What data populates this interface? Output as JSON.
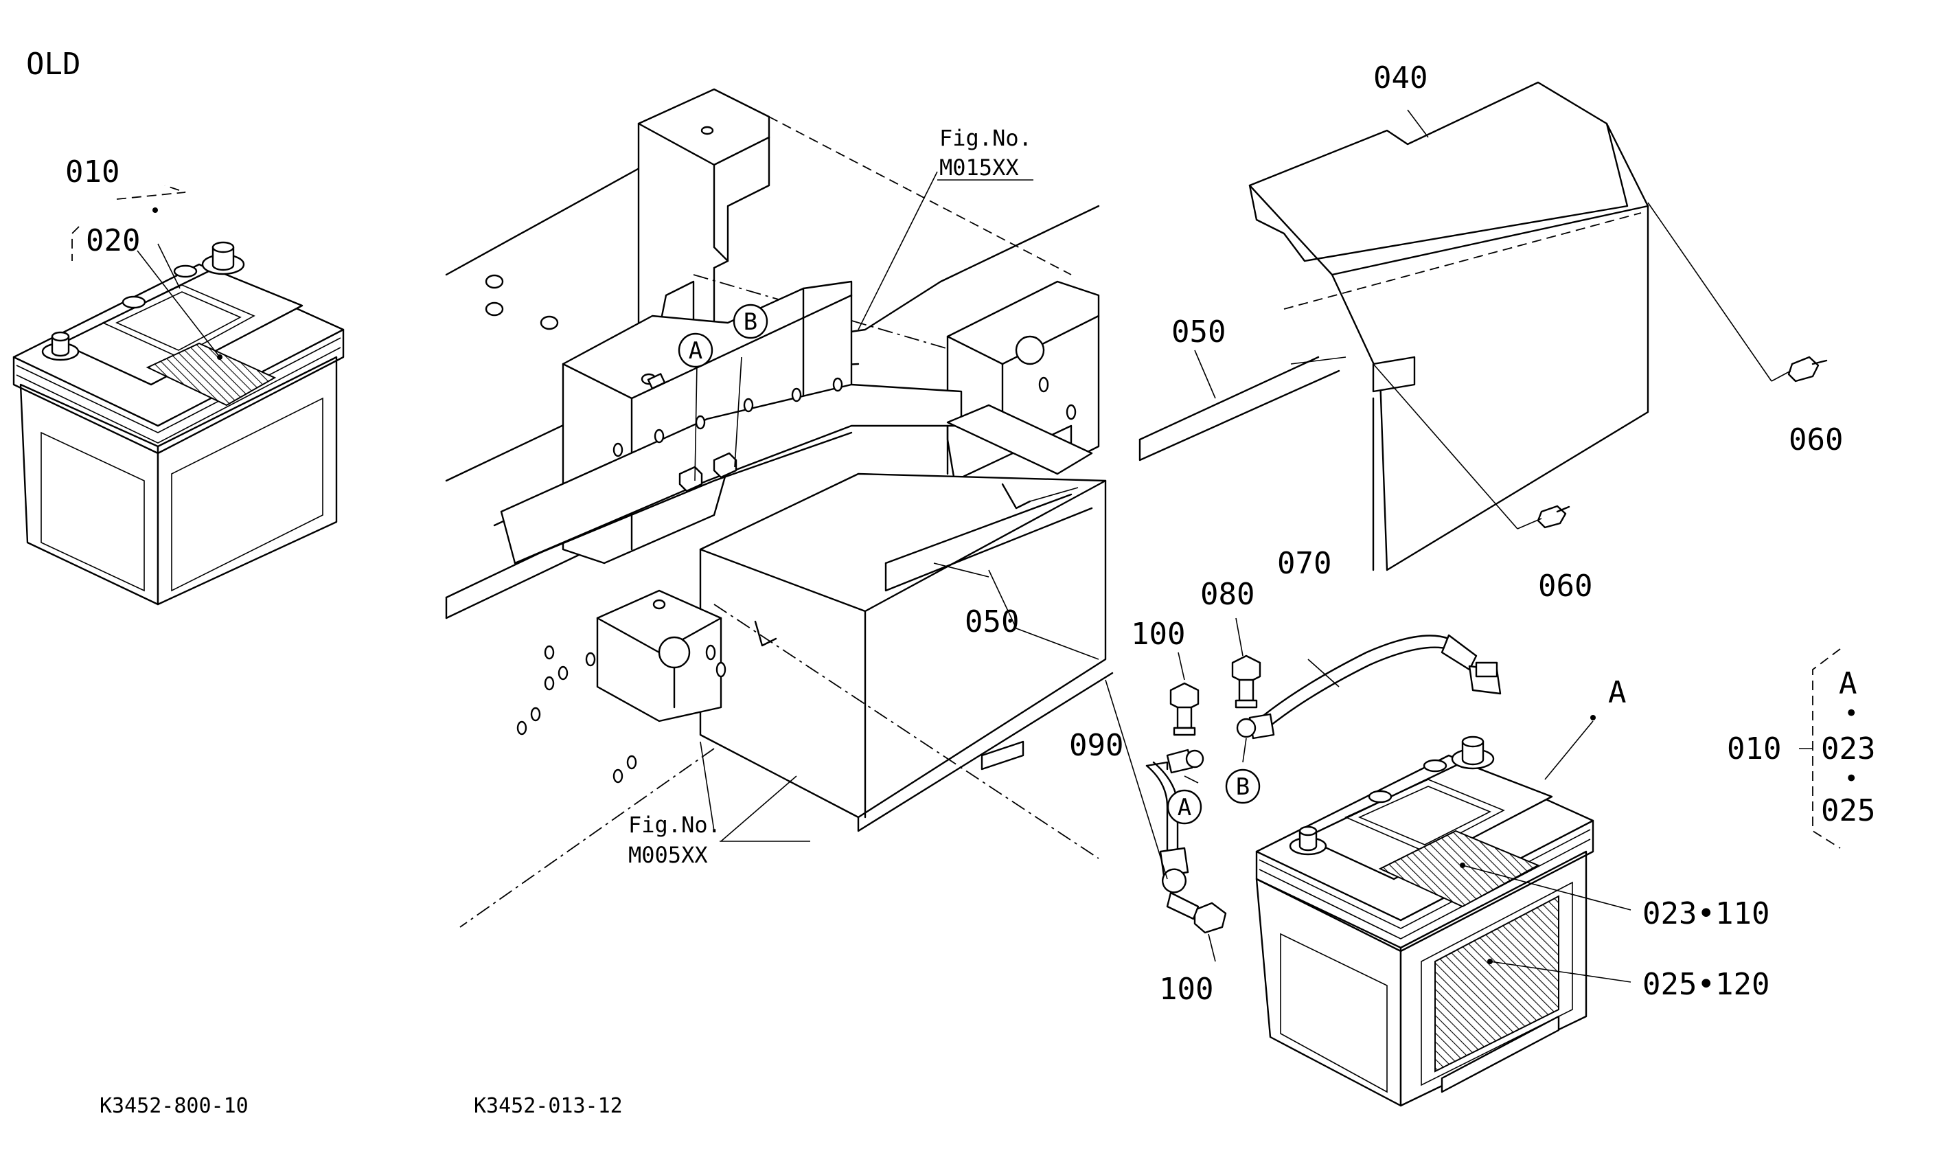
{
  "header": {
    "variant_label": "OLD"
  },
  "footer": {
    "left_code": "K3452-800-10",
    "right_code": "K3452-013-12"
  },
  "fig_refs": {
    "upper": {
      "line1": "Fig.No.",
      "line2": "M015XX"
    },
    "lower": {
      "line1": "Fig.No.",
      "line2": "M005XX"
    }
  },
  "callouts": {
    "old_battery_assy": "010",
    "old_label": "020",
    "cover": "040",
    "rod_upper": "050",
    "rod_lower": "050",
    "nut_right": "060",
    "nut_center": "060",
    "cable_positive": "070",
    "bolt_080": "080",
    "cable_ground": "090",
    "bolt_upper": "100",
    "bolt_lower": "100",
    "label_top": "023•110",
    "label_side": "025•120",
    "new_battery_marker": "A"
  },
  "circle_refs": {
    "frame_a": "A",
    "frame_b": "B",
    "cable_a": "A",
    "cable_b": "B"
  },
  "legend": {
    "assy": "010",
    "marker": "A",
    "bullet": "•",
    "part1": "023",
    "part2": "025"
  }
}
